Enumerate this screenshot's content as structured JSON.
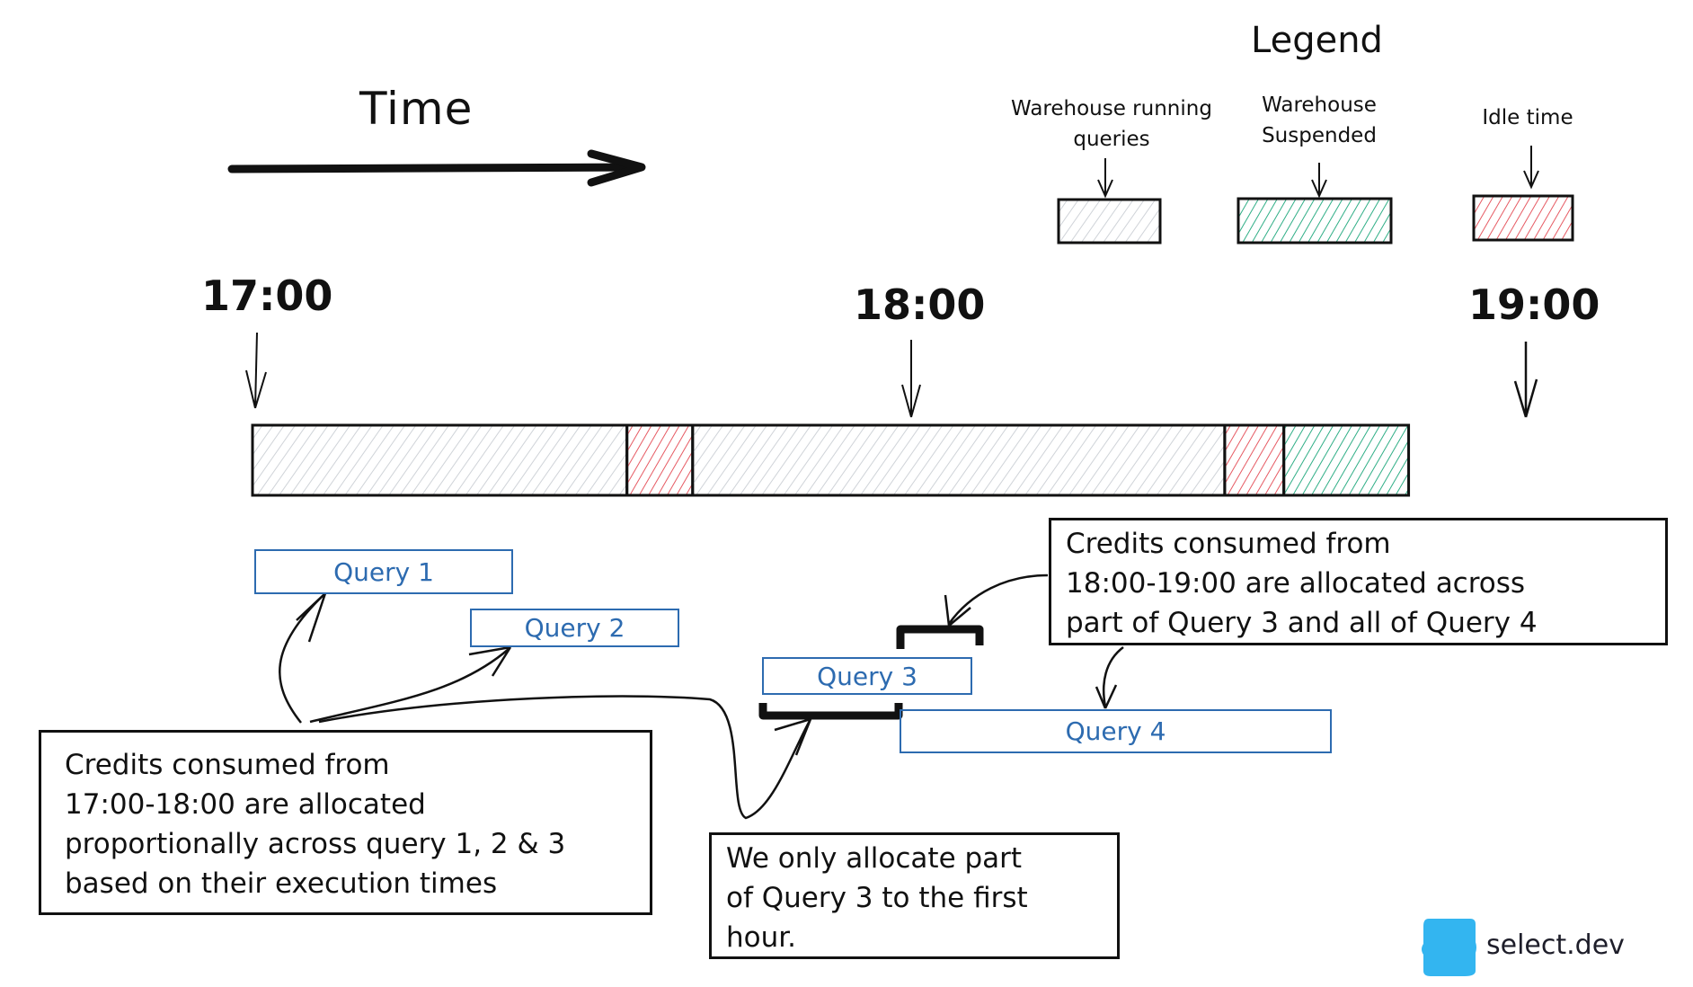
{
  "colors": {
    "running": "#cfd3d8",
    "suspended": "#2fae86",
    "idle": "#e65a63",
    "query": "#2d6bb0",
    "brand": "#33b5f0"
  },
  "header": {
    "time_label": "Time"
  },
  "legend": {
    "title": "Legend",
    "items": [
      {
        "label_lines": [
          "Warehouse running",
          "queries"
        ],
        "state": "running"
      },
      {
        "label_lines": [
          "Warehouse",
          "Suspended"
        ],
        "state": "suspended"
      },
      {
        "label_lines": [
          "Idle time"
        ],
        "state": "idle"
      }
    ]
  },
  "timeline": {
    "ticks": [
      "17:00",
      "18:00",
      "19:00"
    ],
    "segments": [
      {
        "state": "running",
        "start_hour": 0.0,
        "end_hour": 0.57
      },
      {
        "state": "idle",
        "start_hour": 0.57,
        "end_hour": 0.67
      },
      {
        "state": "running",
        "start_hour": 0.67,
        "end_hour": 1.48
      },
      {
        "state": "idle",
        "start_hour": 1.48,
        "end_hour": 1.57
      },
      {
        "state": "suspended",
        "start_hour": 1.57,
        "end_hour": 1.76
      }
    ]
  },
  "queries": [
    {
      "label": "Query 1"
    },
    {
      "label": "Query 2"
    },
    {
      "label": "Query 3"
    },
    {
      "label": "Query 4"
    }
  ],
  "notes": {
    "first_hour": [
      "Credits consumed from",
      "17:00-18:00 are allocated",
      "proportionally across query 1, 2 & 3",
      "based on their execution times"
    ],
    "partial_query": [
      "We only allocate part",
      "of Query 3 to the first",
      "hour."
    ],
    "second_hour": [
      "Credits consumed from",
      "18:00-19:00 are allocated across",
      "part of Query 3 and all of Query 4"
    ]
  },
  "brand": {
    "name": "select.dev"
  }
}
